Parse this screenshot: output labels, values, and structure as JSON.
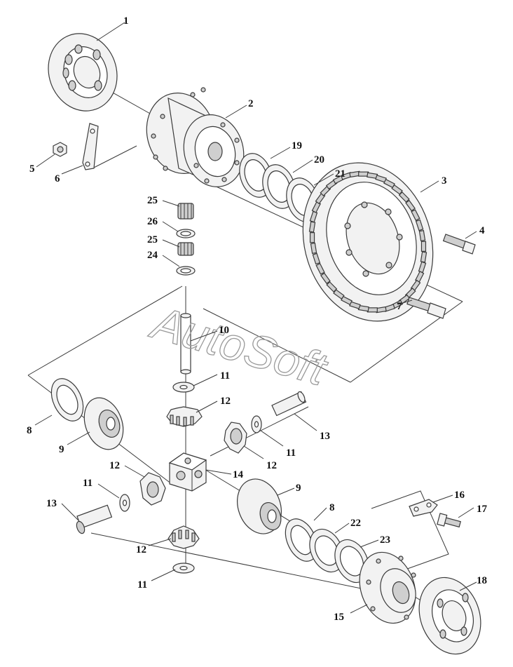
{
  "watermark": "AutoSoft",
  "callouts": [
    {
      "id": "c1",
      "label": "1"
    },
    {
      "id": "c2",
      "label": "2"
    },
    {
      "id": "c3",
      "label": "3"
    },
    {
      "id": "c4",
      "label": "4"
    },
    {
      "id": "c5",
      "label": "5"
    },
    {
      "id": "c6",
      "label": "6"
    },
    {
      "id": "c7",
      "label": "7"
    },
    {
      "id": "c8a",
      "label": "8"
    },
    {
      "id": "c8b",
      "label": "8"
    },
    {
      "id": "c9a",
      "label": "9"
    },
    {
      "id": "c9b",
      "label": "9"
    },
    {
      "id": "c10",
      "label": "10"
    },
    {
      "id": "c11a",
      "label": "11"
    },
    {
      "id": "c11b",
      "label": "11"
    },
    {
      "id": "c11c",
      "label": "11"
    },
    {
      "id": "c11d",
      "label": "11"
    },
    {
      "id": "c12a",
      "label": "12"
    },
    {
      "id": "c12b",
      "label": "12"
    },
    {
      "id": "c12c",
      "label": "12"
    },
    {
      "id": "c12d",
      "label": "12"
    },
    {
      "id": "c13a",
      "label": "13"
    },
    {
      "id": "c13b",
      "label": "13"
    },
    {
      "id": "c14",
      "label": "14"
    },
    {
      "id": "c15",
      "label": "15"
    },
    {
      "id": "c16",
      "label": "16"
    },
    {
      "id": "c17",
      "label": "17"
    },
    {
      "id": "c18",
      "label": "18"
    },
    {
      "id": "c19",
      "label": "19"
    },
    {
      "id": "c20",
      "label": "20"
    },
    {
      "id": "c21",
      "label": "21"
    },
    {
      "id": "c22",
      "label": "22"
    },
    {
      "id": "c23",
      "label": "23"
    },
    {
      "id": "c24",
      "label": "24"
    },
    {
      "id": "c25a",
      "label": "25"
    },
    {
      "id": "c25b",
      "label": "25"
    },
    {
      "id": "c26",
      "label": "26"
    }
  ]
}
